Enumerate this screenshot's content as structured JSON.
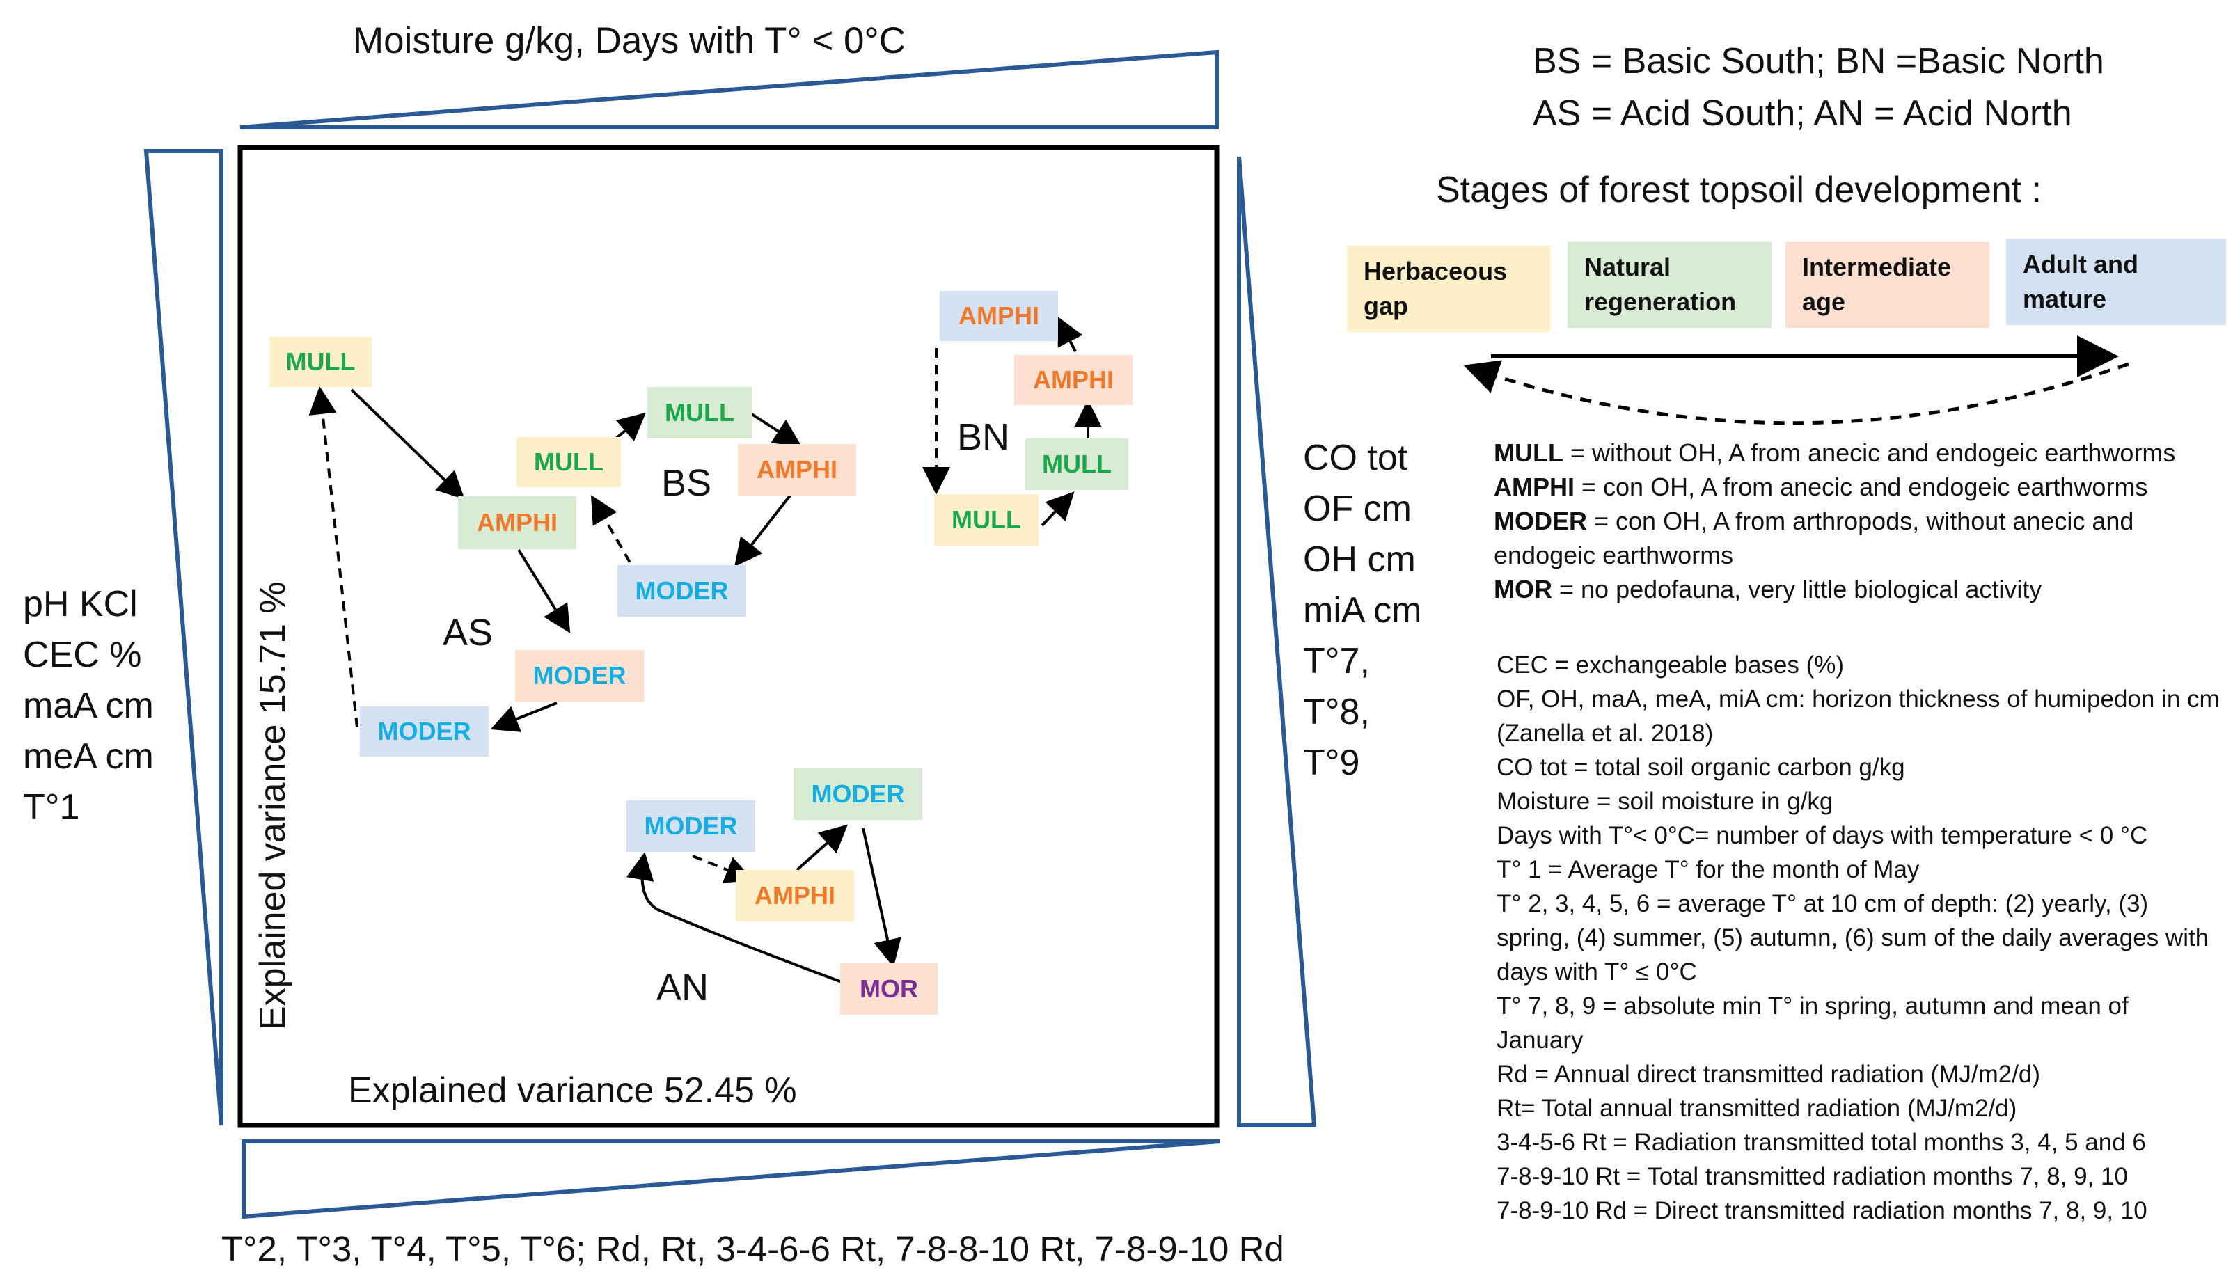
{
  "colors": {
    "frame_blue": "#2a5a95",
    "yellow_box": "#fdf0c8",
    "green_box": "#d7ecd3",
    "orange_box": "#fde0d0",
    "blue_box": "#d3e1f2",
    "mull_text": "#1aa64a",
    "amphi_text": "#f0782a",
    "moder_text": "#16aee0",
    "mor_text": "#7b2d91"
  },
  "axes": {
    "top": "Moisture g/kg, Days with T° < 0°C",
    "bottom": "T°2, T°3, T°4, T°5, T°6; Rd, Rt, 3-4-6-6 Rt, 7-8-8-10 Rt, 7-8-9-10 Rd",
    "left": [
      "pH KCl",
      "CEC %",
      "maA cm",
      "meA cm",
      "T°1"
    ],
    "right": [
      "CO tot",
      "OF cm",
      "OH cm",
      "miA cm",
      "T°7,",
      "T°8,",
      "T°9"
    ],
    "y_variance": "Explained variance 15.71 %",
    "x_variance": "Explained variance 52.45 %"
  },
  "groups": {
    "bs": "BS",
    "as": "AS",
    "bn": "BN",
    "an": "AN"
  },
  "nodes": {
    "as_mull": "MULL",
    "as_amphi": "AMPHI",
    "as_moder1": "MODER",
    "as_moder2": "MODER",
    "bs_mull1": "MULL",
    "bs_mull2": "MULL",
    "bs_amphi": "AMPHI",
    "bs_moder": "MODER",
    "bn_amphi1": "AMPHI",
    "bn_amphi2": "AMPHI",
    "bn_mull1": "MULL",
    "bn_mull2": "MULL",
    "an_moder1": "MODER",
    "an_moder2": "MODER",
    "an_amphi": "AMPHI",
    "an_mor": "MOR"
  },
  "legend": {
    "abbrev_line1": "BS = Basic South; BN =Basic North",
    "abbrev_line2": "AS = Acid South; AN = Acid North",
    "stages_title": "Stages of forest topsoil development :",
    "stages": [
      "Herbaceous gap",
      "Natural regeneration",
      "Intermediate age",
      "Adult and mature"
    ]
  },
  "definitions": [
    {
      "term": "MULL",
      "text": " = without OH, A from anecic and endogeic earthworms"
    },
    {
      "term": "AMPHI",
      "text": " = con OH, A from anecic and endogeic earthworms"
    },
    {
      "term": "MODER",
      "text": " = con OH, A from arthropods, without anecic and endogeic earthworms"
    },
    {
      "term": "MOR",
      "text": " = no pedofauna, very little biological activity"
    }
  ],
  "glossary": [
    "CEC = exchangeable bases (%)",
    "OF, OH, maA, meA, miA cm: horizon thickness of humipedon in cm (Zanella et al. 2018)",
    "CO tot = total soil organic carbon g/kg",
    "Moisture = soil moisture in g/kg",
    "Days with T°< 0°C= number of days with temperature < 0 °C",
    "T° 1 = Average T° for the month of May",
    "T° 2, 3, 4, 5, 6 = average T° at 10 cm of depth: (2) yearly, (3) spring, (4) summer, (5) autumn, (6) sum of the daily averages with days with T° ≤ 0°C",
    "T° 7, 8, 9 = absolute min T° in spring, autumn and mean of January",
    "Rd = Annual direct transmitted radiation (MJ/m2/d)",
    "Rt= Total annual transmitted radiation (MJ/m2/d)",
    "3-4-5-6 Rt = Radiation transmitted total months 3, 4, 5 and 6",
    "7-8-9-10 Rt = Total transmitted radiation months 7, 8, 9, 10",
    "7-8-9-10 Rd = Direct transmitted radiation months 7, 8, 9, 10"
  ]
}
